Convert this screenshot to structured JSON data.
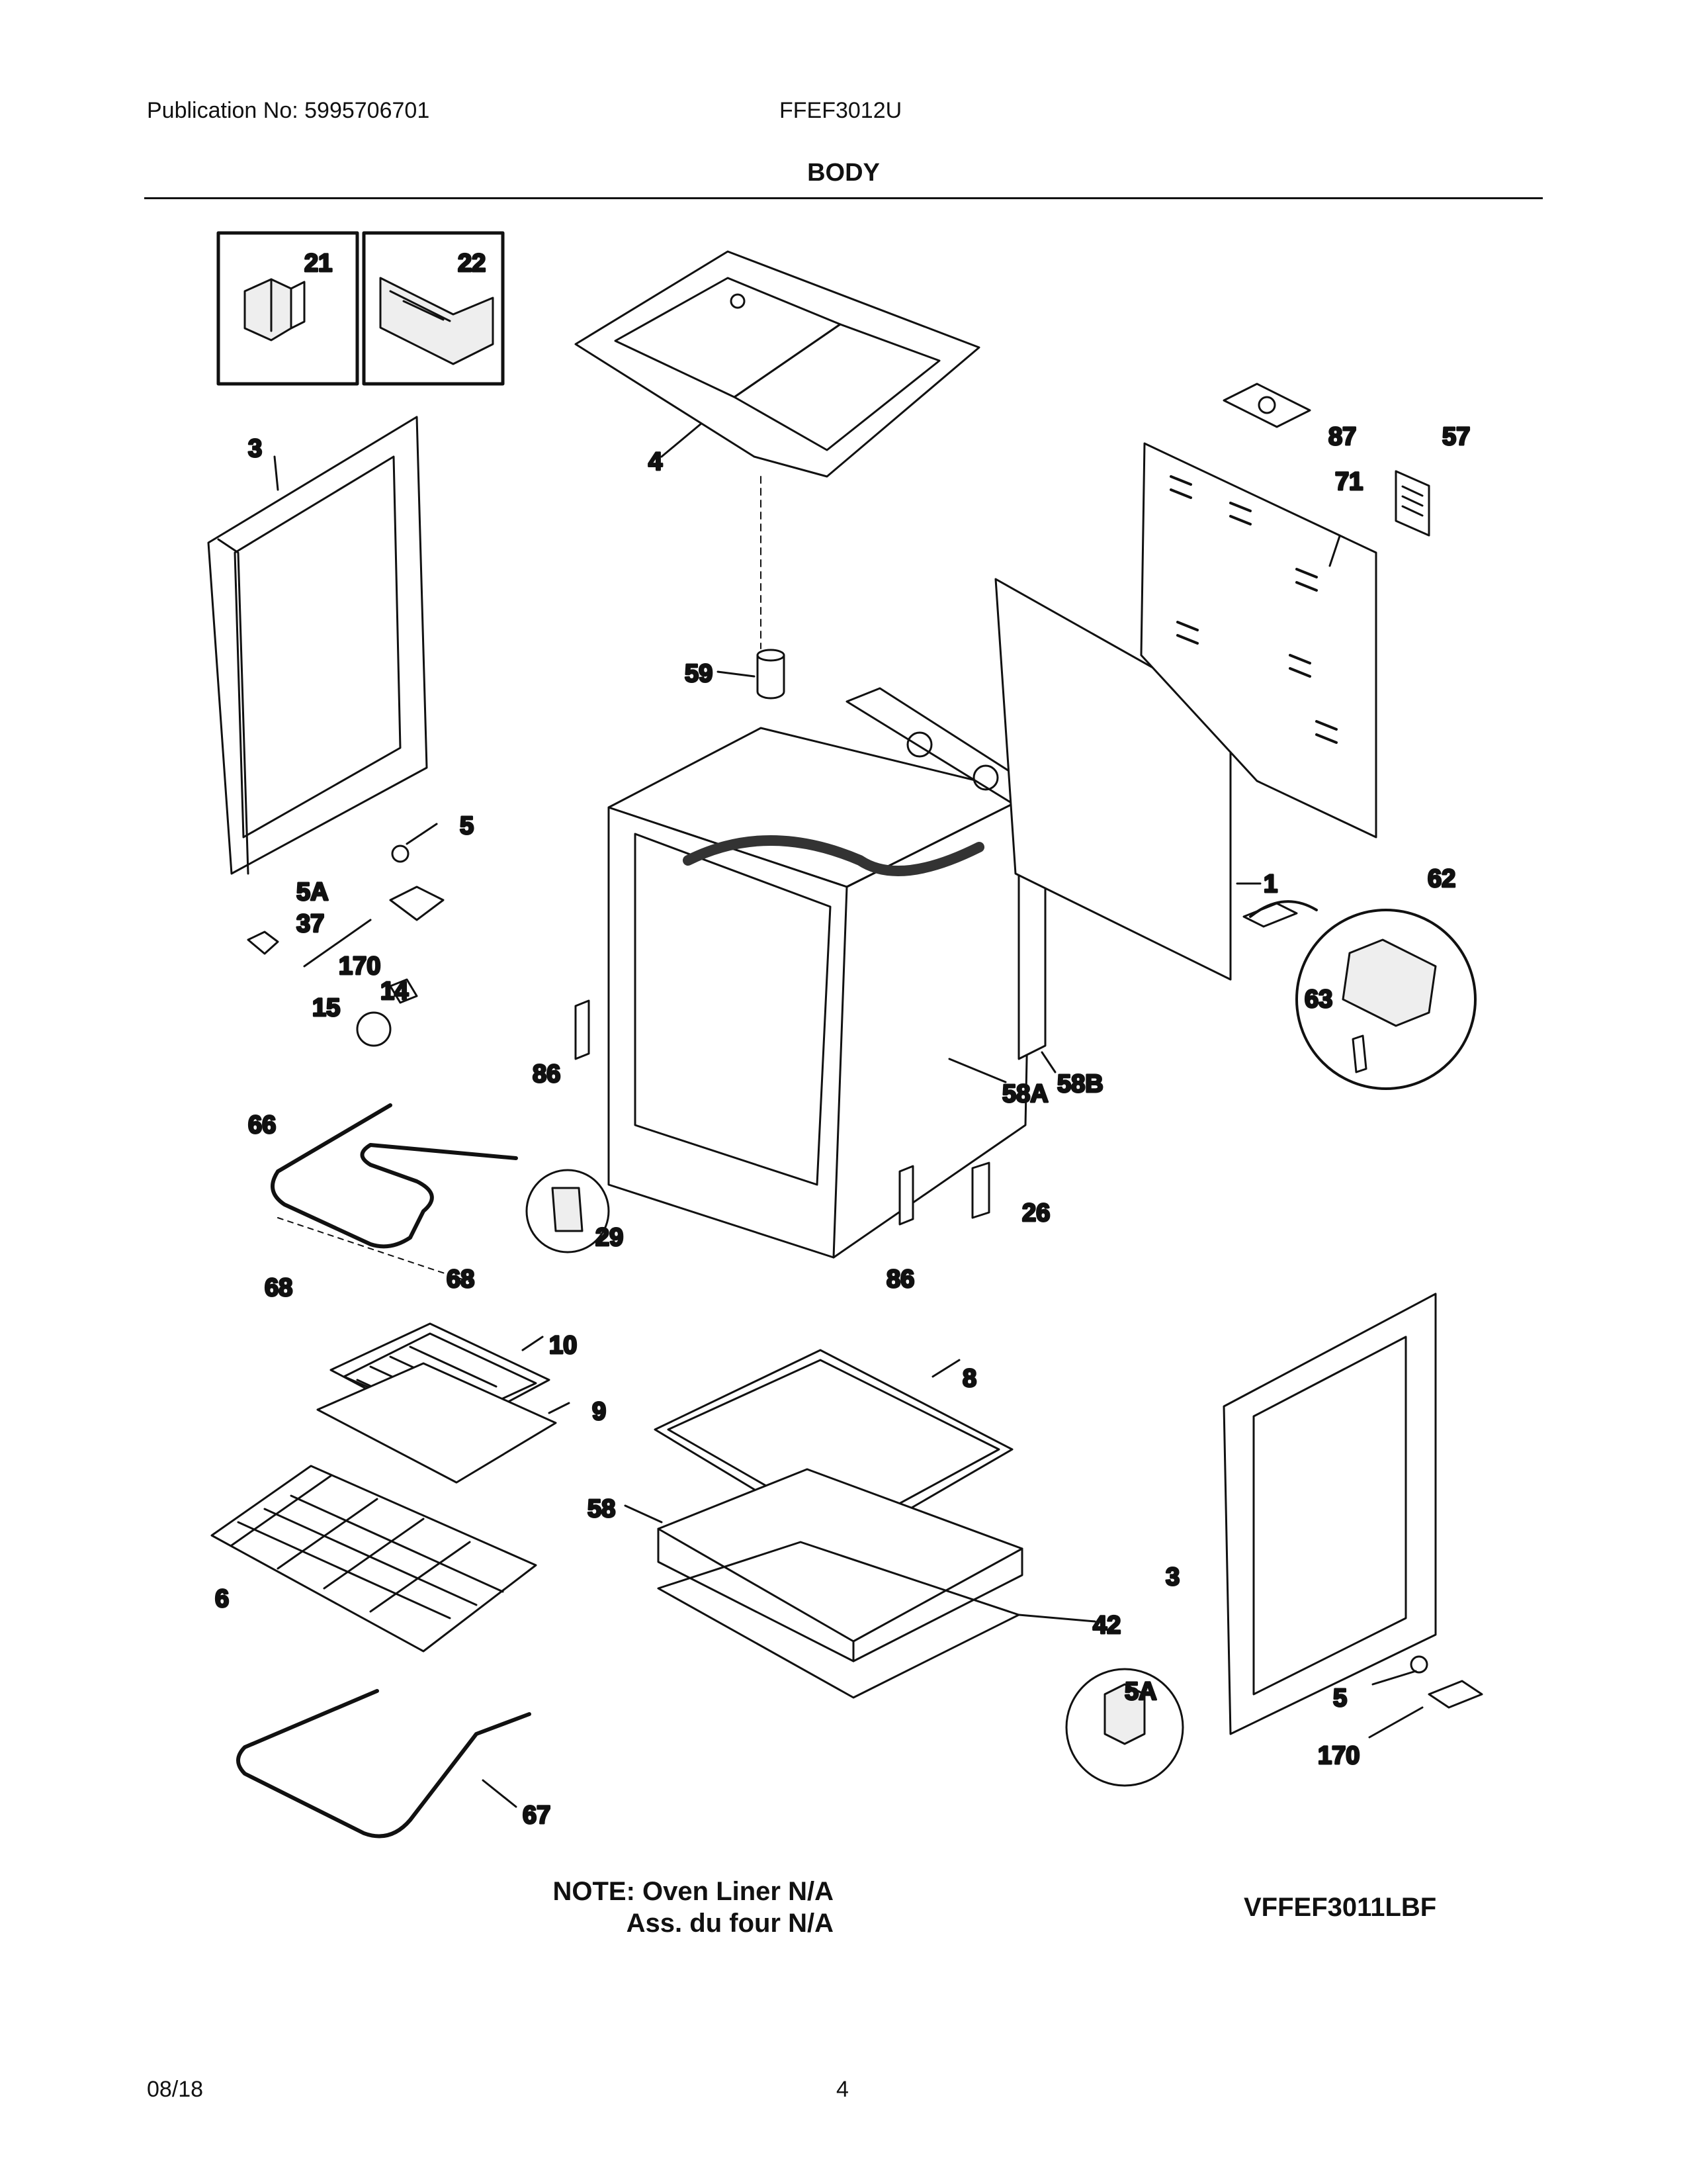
{
  "header": {
    "publication": "Publication No: 5995706701",
    "model": "FFEF3012U"
  },
  "section_title": "BODY",
  "callouts": {
    "c21": "21",
    "c22": "22",
    "c4": "4",
    "c87": "87",
    "c57": "57",
    "c71": "71",
    "c3_left": "3",
    "c59": "59",
    "c5_left": "5",
    "c5A_left": "5A",
    "c37": "37",
    "c170_left": "170",
    "c1": "1",
    "c62": "62",
    "c15": "15",
    "c14": "14",
    "c63": "63",
    "c86_left": "86",
    "c58A": "58A",
    "c58B": "58B",
    "c66": "66",
    "c26": "26",
    "c29": "29",
    "c68_left": "68",
    "c68_right": "68",
    "c86_bottom": "86",
    "c10": "10",
    "c8": "8",
    "c9": "9",
    "c58": "58",
    "c3_right": "3",
    "c6": "6",
    "c42": "42",
    "c5A_right": "5A",
    "c5_right": "5",
    "c170_right": "170",
    "c67": "67"
  },
  "note": {
    "line1": "NOTE: Oven Liner N/A",
    "line2": "Ass. du four N/A"
  },
  "model_code": "VFFEF3011LBF",
  "footer": {
    "date": "08/18",
    "page": "4"
  }
}
